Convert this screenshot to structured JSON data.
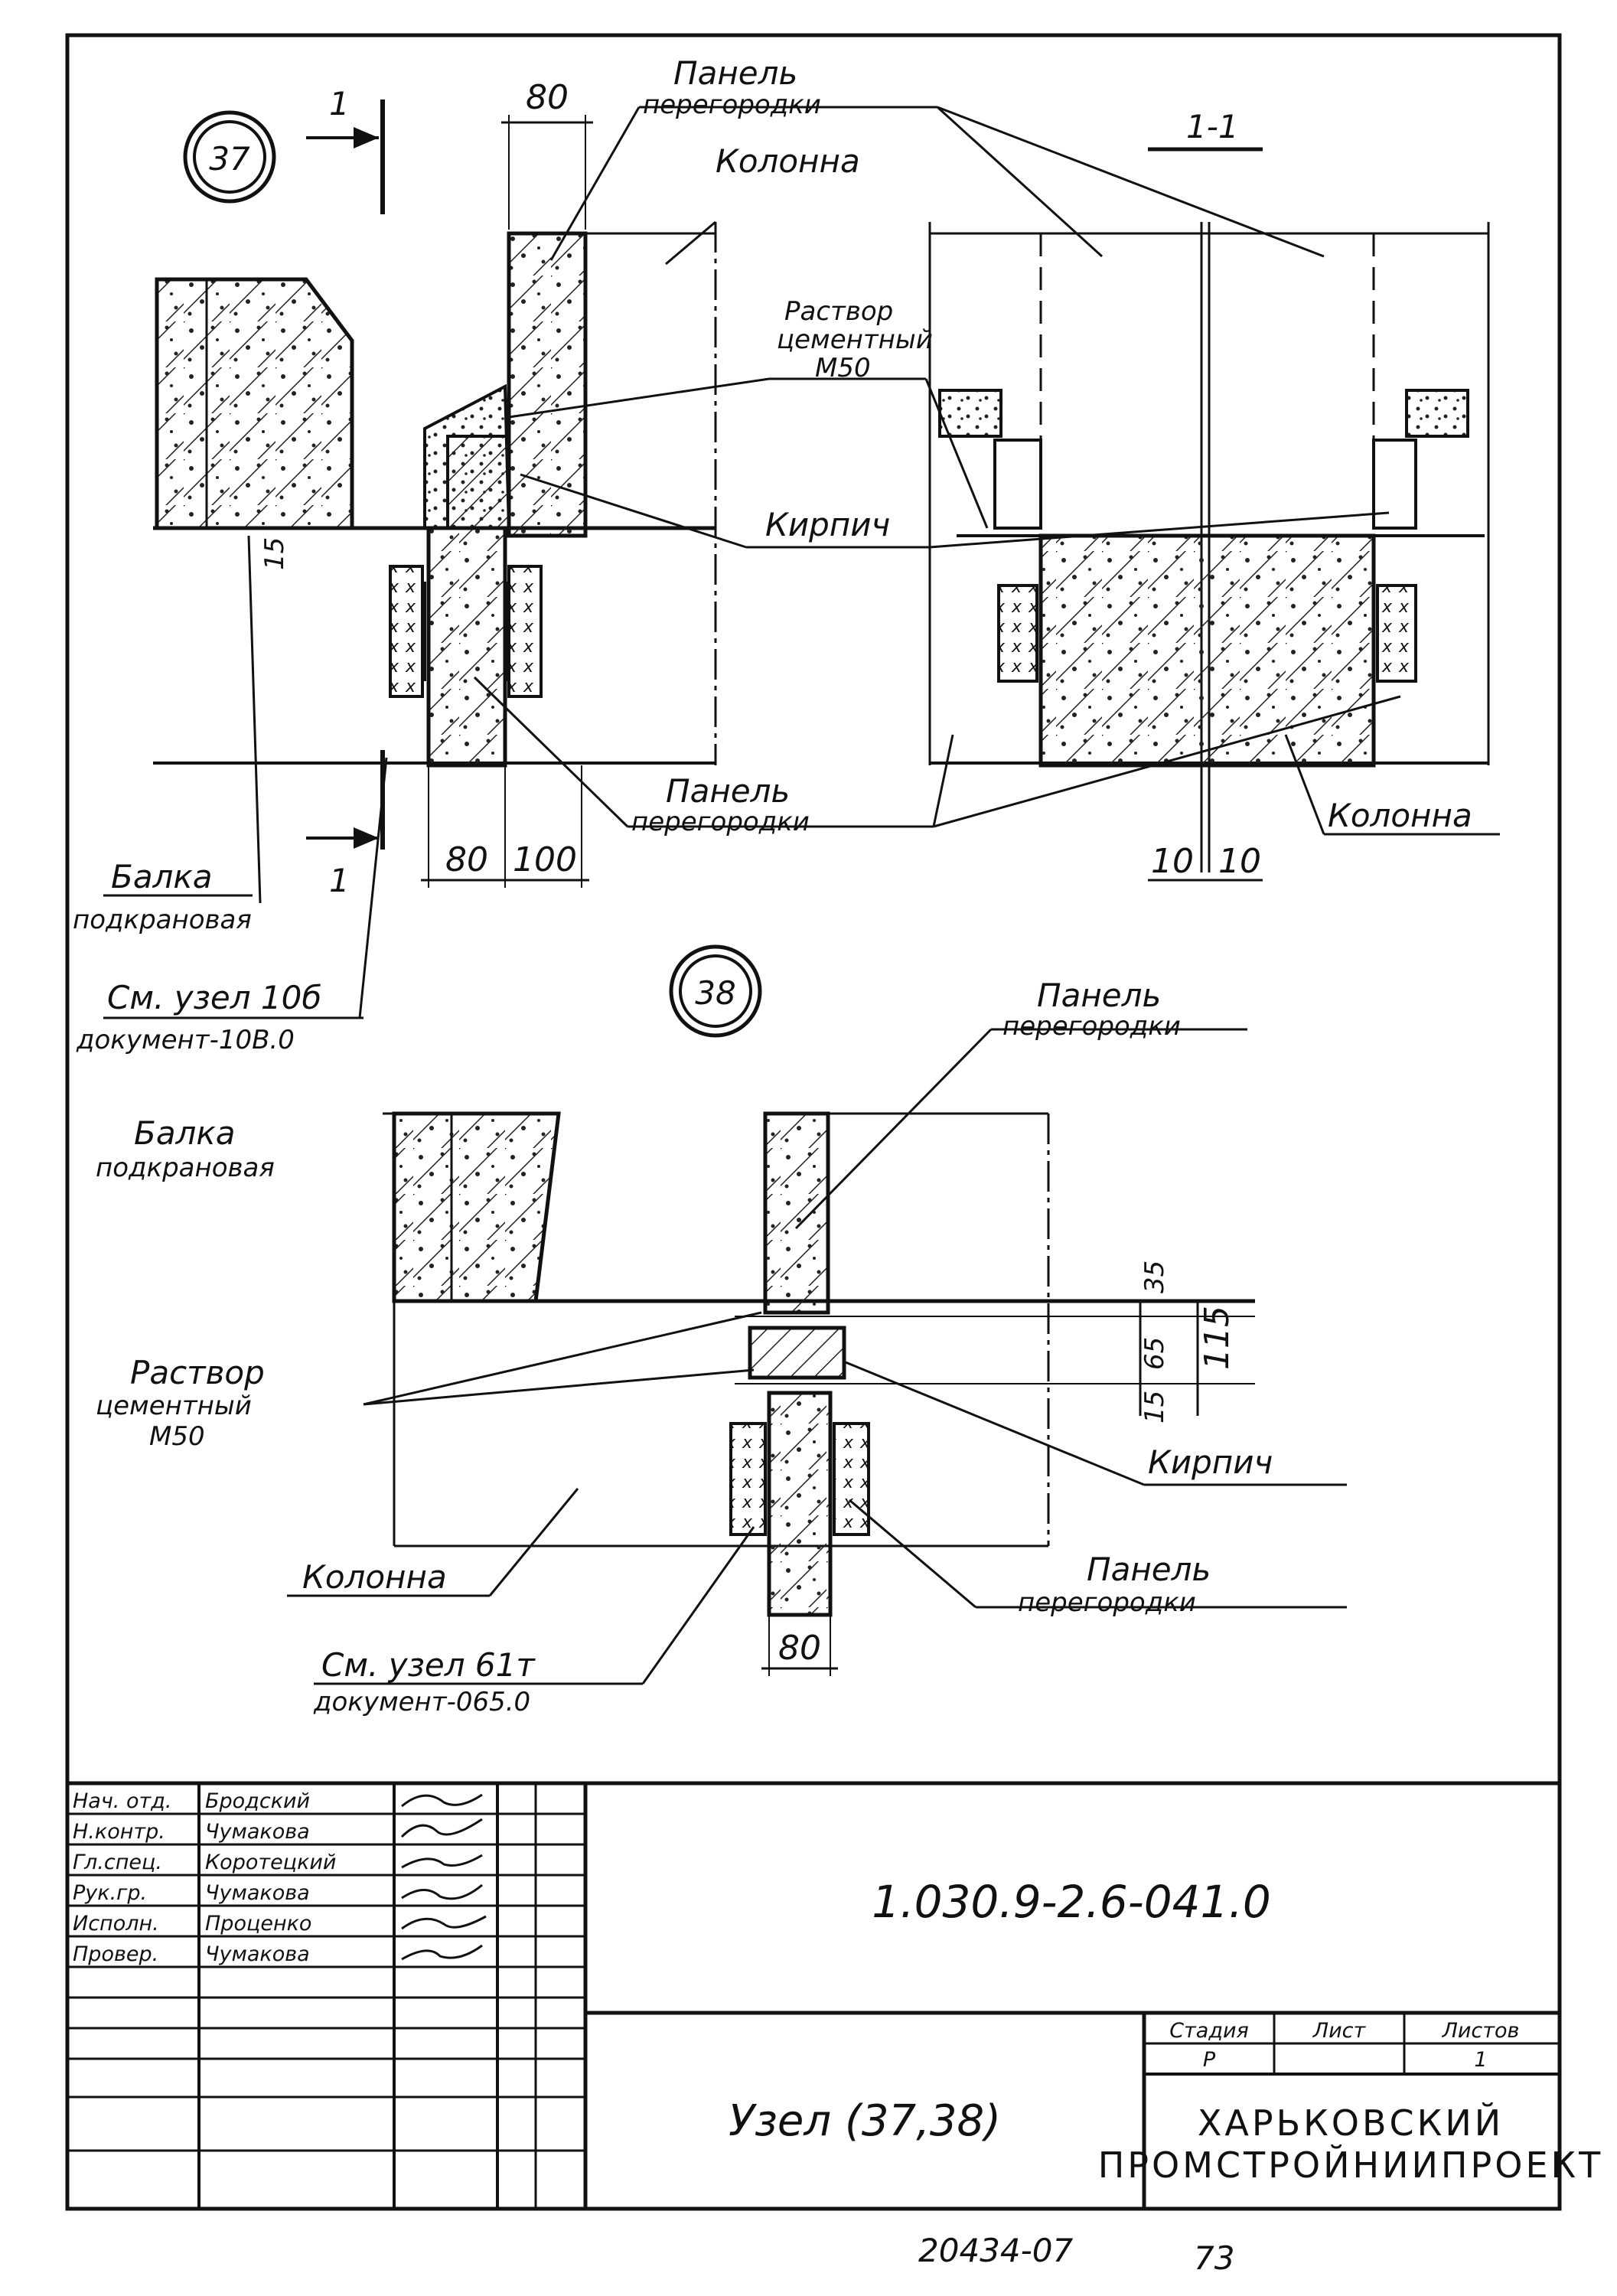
{
  "labels": {
    "node37": "37",
    "node38": "38",
    "section_mark": "1",
    "section_title": "1-1",
    "panel_partition_1": "Панель",
    "panel_partition_2": "перегородки",
    "column": "Колонна",
    "mortar_1": "Раствор",
    "mortar_2": "цементный",
    "mortar_3": "М50",
    "brick": "Кирпич",
    "beam_1": "Балка",
    "beam_2": "подкрановая",
    "ref37_1": "См. узел 10б",
    "ref37_2": "документ-10В.0",
    "ref38_1": "См. узел 61т",
    "ref38_2": "документ-065.0"
  },
  "dimensions": {
    "d80_top": "80",
    "d80_bottom": "80",
    "d100": "100",
    "d10_left": "10",
    "d10_right": "10",
    "d35": "35",
    "d65": "65",
    "d15": "15",
    "d115": "115",
    "d80_node38": "80",
    "d15_node37": "15"
  },
  "title_block": {
    "roles": [
      "Нач. отд.",
      "Н.контр.",
      "Гл.спец.",
      "Рук.гр.",
      "Исполн.",
      "Провер."
    ],
    "names": [
      "Бродский",
      "Чумакова",
      "Коротецкий",
      "Чумакова",
      "Проценко",
      "Чумакова"
    ],
    "document_code": "1.030.9-2.6-041.0",
    "drawing_title": "Узел (37,38)",
    "stage_header": "Стадия",
    "sheet_header": "Лист",
    "sheets_header": "Листов",
    "stage_value": "Р",
    "sheet_value": "",
    "sheets_value": "1",
    "org_line1": "ХАРЬКОВСКИЙ",
    "org_line2": "ПРОМСТРОЙНИИПРОЕКТ"
  },
  "footer": {
    "archive_number": "20434-07",
    "page_number": "73"
  }
}
